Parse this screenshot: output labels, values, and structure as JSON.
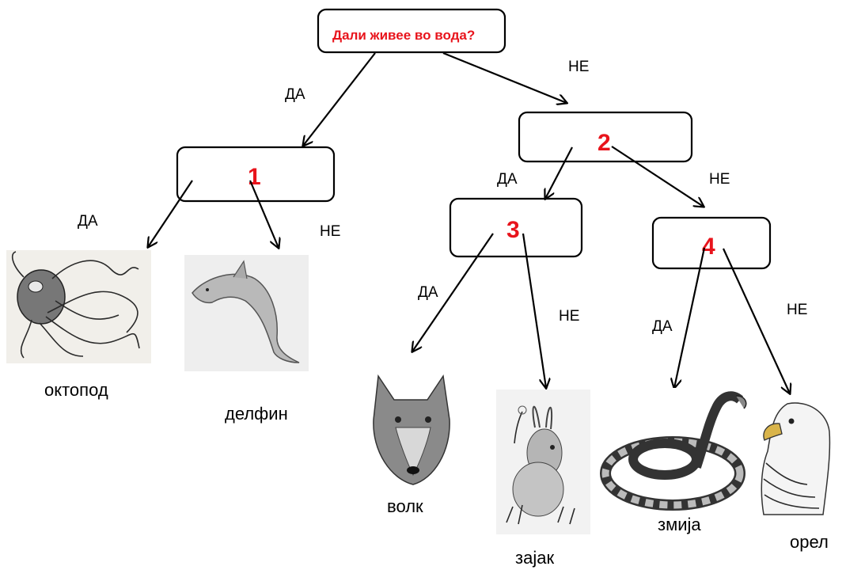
{
  "question": "Дали живее во вода?",
  "nodes": {
    "n1": "1",
    "n2": "2",
    "n3": "3",
    "n4": "4"
  },
  "edge_labels": {
    "root_yes": "ДА",
    "root_no": "НЕ",
    "n1_yes": "ДА",
    "n1_no": "НЕ",
    "n2_yes": "ДА",
    "n2_no": "НЕ",
    "n3_yes": "ДА",
    "n3_no": "НЕ",
    "n4_yes": "ДА",
    "n4_no": "НЕ"
  },
  "animals": {
    "octopus": "октопод",
    "dolphin": "делфин",
    "wolf": "волк",
    "rabbit": "зајак",
    "snake": "змија",
    "eagle": "орел"
  },
  "colors": {
    "accent": "#e8141c",
    "line": "#000000"
  }
}
